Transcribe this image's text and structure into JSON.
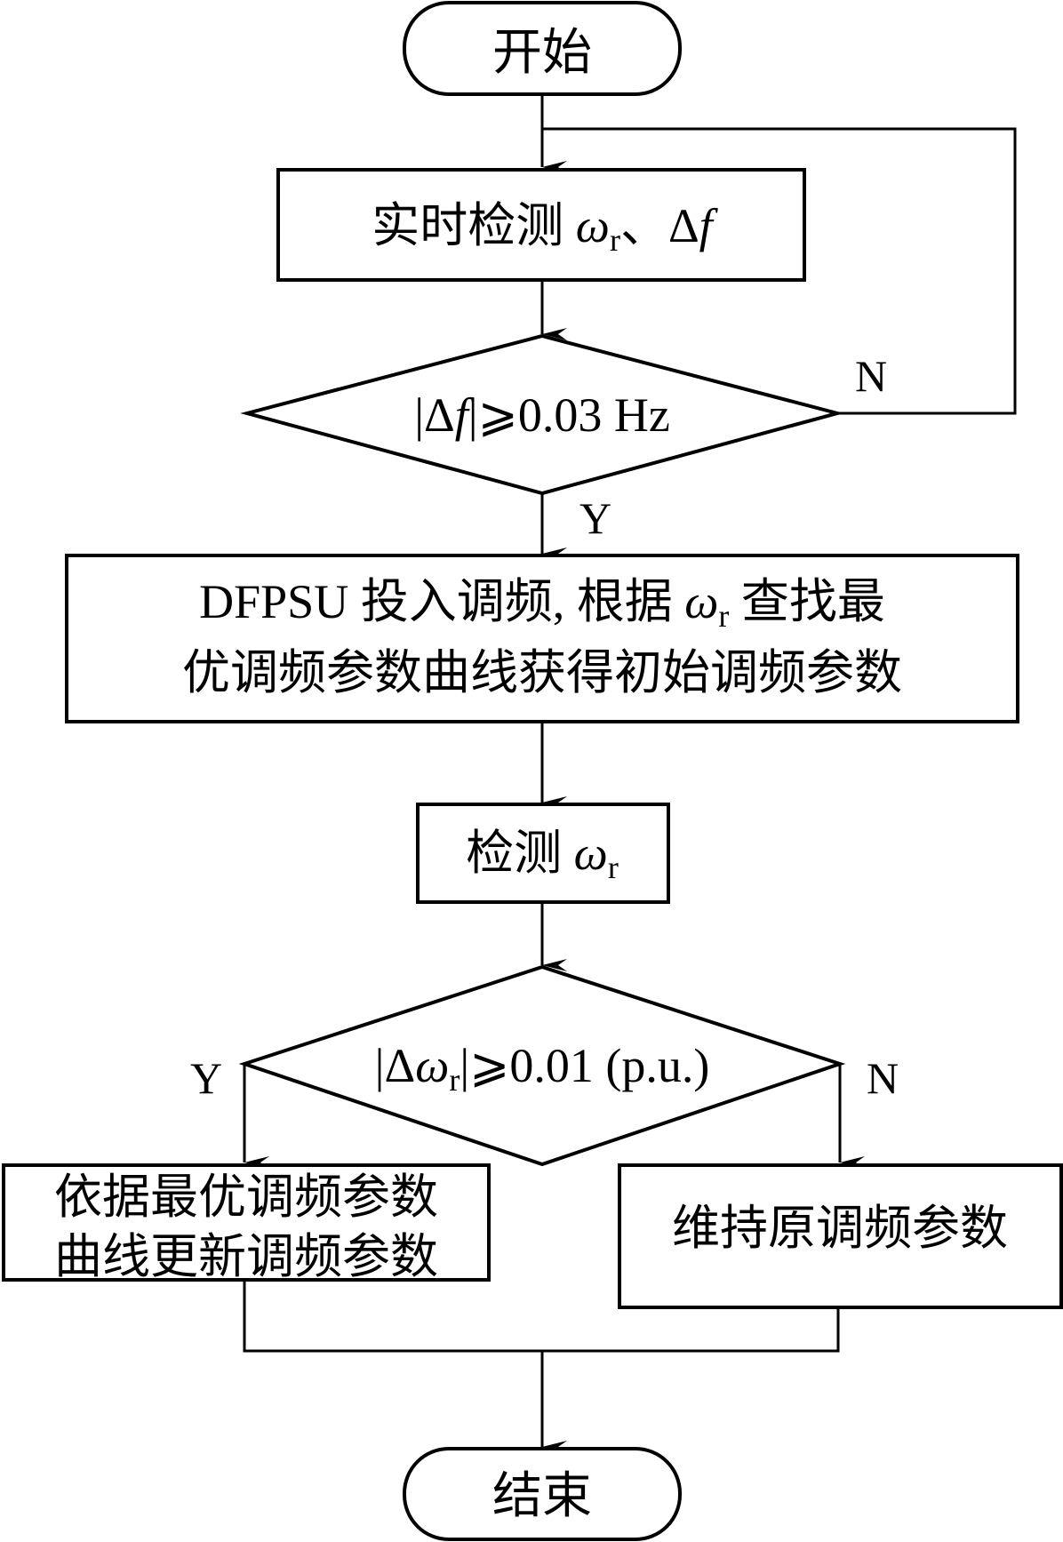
{
  "nodes": {
    "start": {
      "label": "开始"
    },
    "detect_realtime": {
      "prefix": "实时检测 ",
      "omega": "ω",
      "sub": "r",
      "sep": "、",
      "delta": "Δ",
      "f": "f"
    },
    "decision_freq": {
      "text_a": "|Δ",
      "f": "f",
      "text_b": "|⩾0.03 Hz"
    },
    "engage": {
      "line1_a": "DFPSU 投入调频, 根据 ",
      "omega": "ω",
      "sub": "r",
      "line1_b": " 查找最",
      "line2": "优调频参数曲线获得初始调频参数"
    },
    "detect_speed": {
      "prefix": "检测 ",
      "omega": "ω",
      "sub": "r"
    },
    "decision_speed": {
      "text_a": "|Δ",
      "omega": "ω",
      "sub": "r",
      "text_b": "|⩾0.01 (p.u.)"
    },
    "update_params": {
      "line1": "依据最优调频参数",
      "line2": "曲线更新调频参数"
    },
    "keep_params": {
      "label": "维持原调频参数"
    },
    "end": {
      "label": "结束"
    }
  },
  "edge_labels": {
    "freq_no": "N",
    "freq_yes": "Y",
    "speed_yes": "Y",
    "speed_no": "N"
  }
}
